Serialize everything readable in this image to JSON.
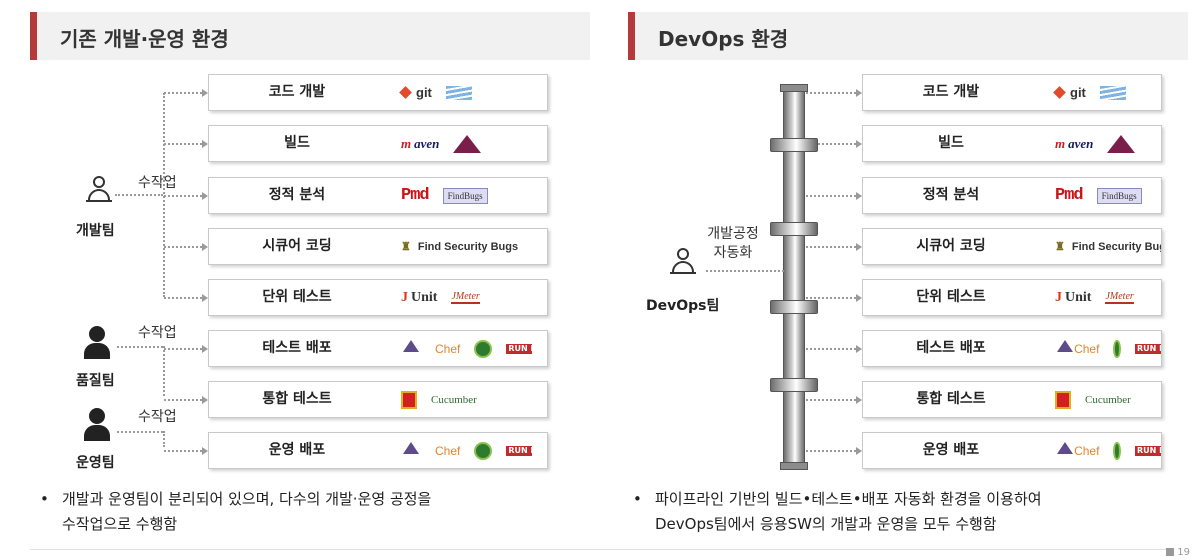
{
  "left_panel": {
    "title": "기존 개발·운영 환경",
    "stages": [
      {
        "name": "코드 개발",
        "tools": [
          "git"
        ]
      },
      {
        "name": "빌드",
        "tools": [
          "maven"
        ]
      },
      {
        "name": "정적 분석",
        "tools": [
          "Pmd",
          "FindBugs"
        ]
      },
      {
        "name": "시큐어 코딩",
        "tools": [
          "Find Security Bugs"
        ]
      },
      {
        "name": "단위 테스트",
        "tools": [
          "JUnit",
          "JMeter"
        ]
      },
      {
        "name": "테스트 배포",
        "tools": [
          "Chef",
          "RUN DECK"
        ]
      },
      {
        "name": "통합 테스트",
        "tools": [
          "Cucumber"
        ]
      },
      {
        "name": "운영 배포",
        "tools": [
          "Chef",
          "RUN DECK"
        ]
      }
    ],
    "teams": [
      {
        "name": "개발팀",
        "manual": "수작업"
      },
      {
        "name": "품질팀",
        "manual": "수작업"
      },
      {
        "name": "운영팀",
        "manual": "수작업"
      }
    ],
    "bullet": [
      "개발과 운영팀이 분리되어 있으며, 다수의 개발·운영 공정을",
      "수작업으로 수행함"
    ]
  },
  "right_panel": {
    "title": "DevOps 환경",
    "stages": [
      {
        "name": "코드 개발"
      },
      {
        "name": "빌드"
      },
      {
        "name": "정적 분석"
      },
      {
        "name": "시큐어 코딩"
      },
      {
        "name": "단위 테스트"
      },
      {
        "name": "테스트 배포"
      },
      {
        "name": "통합 테스트"
      },
      {
        "name": "운영 배포"
      }
    ],
    "automation_label": [
      "개발공정",
      "자동화"
    ],
    "team": "DevOps팀",
    "bullet": [
      "파이프라인 기반의 빌드•테스트•배포 자동화 환경을 이용하여",
      "DevOps팀에서 응용SW의 개발과 운영을 모두 수행함"
    ]
  },
  "tool_text": {
    "git": "git",
    "maven_m": "m",
    "maven_rest": "aven",
    "pmd": "Pmd",
    "findbugs": "FindBugs",
    "fsb": "Find Security Bugs",
    "junit_j": "J",
    "junit_rest": "Unit",
    "jmeter": "JMeter",
    "chef": "Chef",
    "rundeck": "RUN DECK",
    "cucumber": "Cucumber"
  },
  "footer": {
    "page": "19"
  }
}
